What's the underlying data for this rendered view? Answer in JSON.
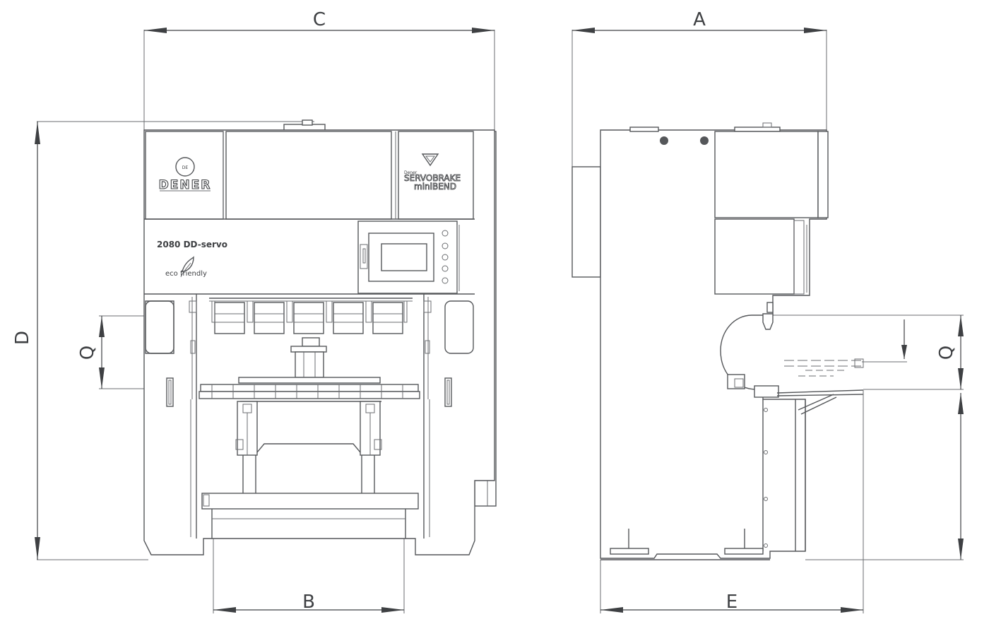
{
  "dimensions": {
    "a": "A",
    "b": "B",
    "c": "C",
    "d": "D",
    "e": "E",
    "q_front": "Q",
    "q_side": "Q"
  },
  "front_view": {
    "brand_name": "DENER",
    "model_label": "2080 DD-servo",
    "eco_label": "eco friendly",
    "product_line_1": "SERVOBRAKE",
    "product_line_2": "miniBEND",
    "product_prefix": "Dener"
  },
  "icons": {
    "logo": "dener-logo-icon",
    "servobrake": "servobrake-v-logo-icon",
    "eco": "eco-leaf-icon"
  },
  "colors": {
    "line": "#55575a",
    "dimension": "#3e4043",
    "background": "#ffffff"
  }
}
